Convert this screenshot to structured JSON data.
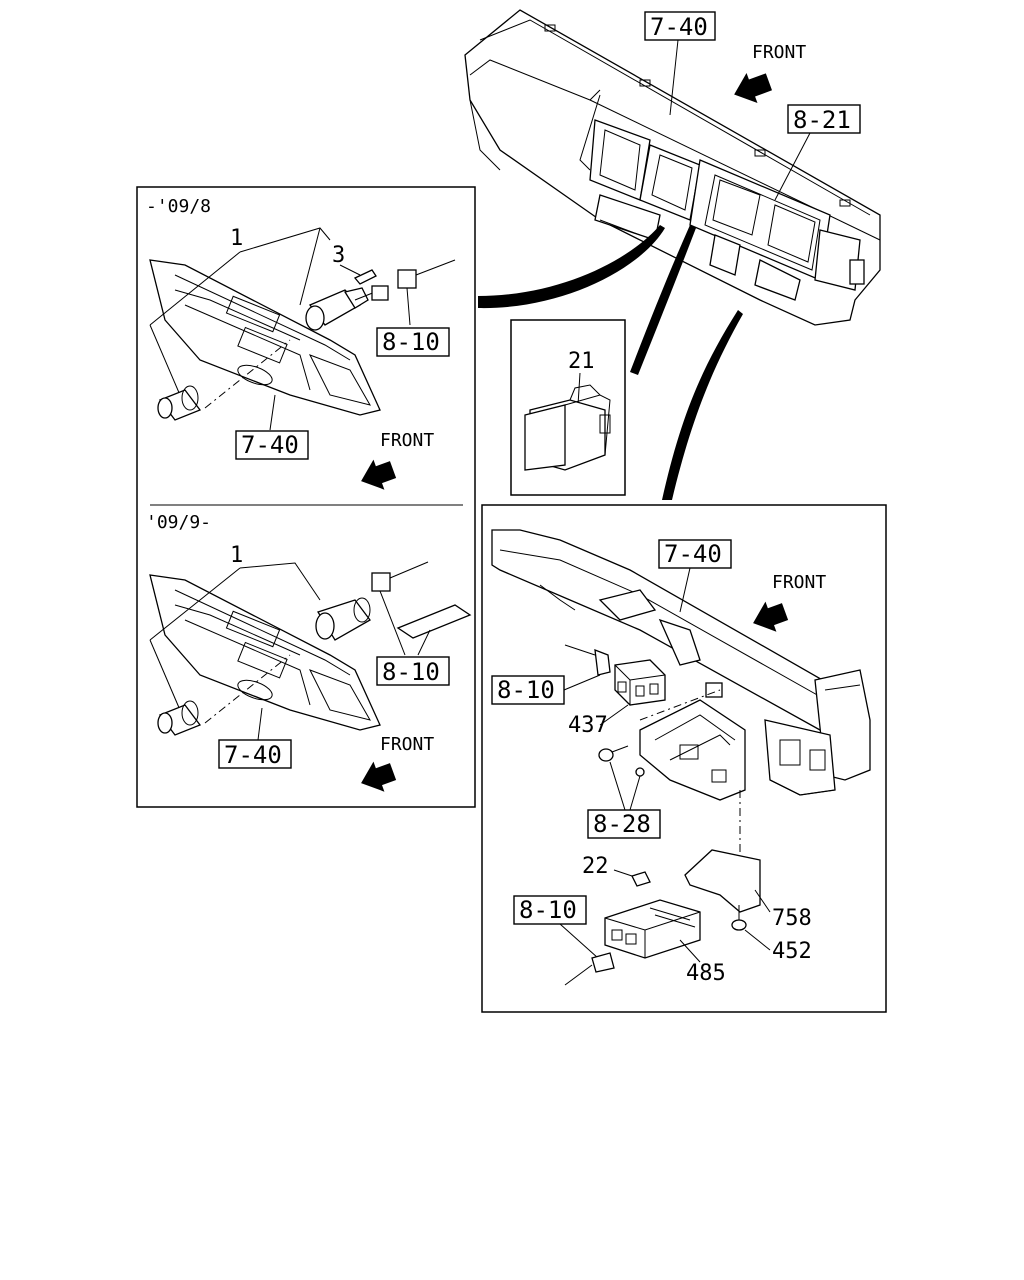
{
  "top_callouts": {
    "ref_7_40": "7-40",
    "ref_8_21": "8-21",
    "front": "FRONT"
  },
  "inset_switch": {
    "part_21": "21"
  },
  "left_panel": {
    "upper": {
      "period": "-'09/8",
      "part_1": "1",
      "part_3": "3",
      "ref_8_10": "8-10",
      "ref_7_40": "7-40",
      "front": "FRONT"
    },
    "lower": {
      "period": "'09/9-",
      "part_1": "1",
      "ref_8_10": "8-10",
      "ref_7_40": "7-40",
      "front": "FRONT"
    }
  },
  "right_panel": {
    "ref_7_40": "7-40",
    "front": "FRONT",
    "ref_8_10_a": "8-10",
    "part_437": "437",
    "ref_8_28": "8-28",
    "part_22": "22",
    "ref_8_10_b": "8-10",
    "part_758": "758",
    "part_452": "452",
    "part_485": "485"
  },
  "icons": [
    "front-arrow-icon"
  ]
}
